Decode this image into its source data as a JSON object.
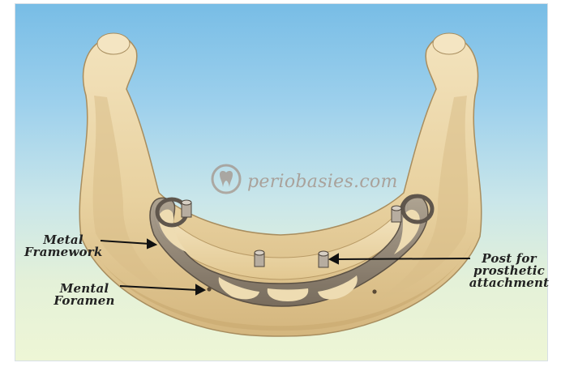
{
  "watermark": {
    "text": "periobasies.com"
  },
  "labels": {
    "metal_framework": [
      "Metal",
      "Framework"
    ],
    "mental_foramen": [
      "Mental",
      "Foramen"
    ],
    "post": [
      "Post for",
      "prosthetic",
      "attachment"
    ]
  },
  "colors": {
    "bone": "#ecd7a8",
    "bone_shadow": "#c9ab74",
    "framework": "#857a6d",
    "sky_top": "#78bde6",
    "sky_bottom": "#eef6d6"
  }
}
